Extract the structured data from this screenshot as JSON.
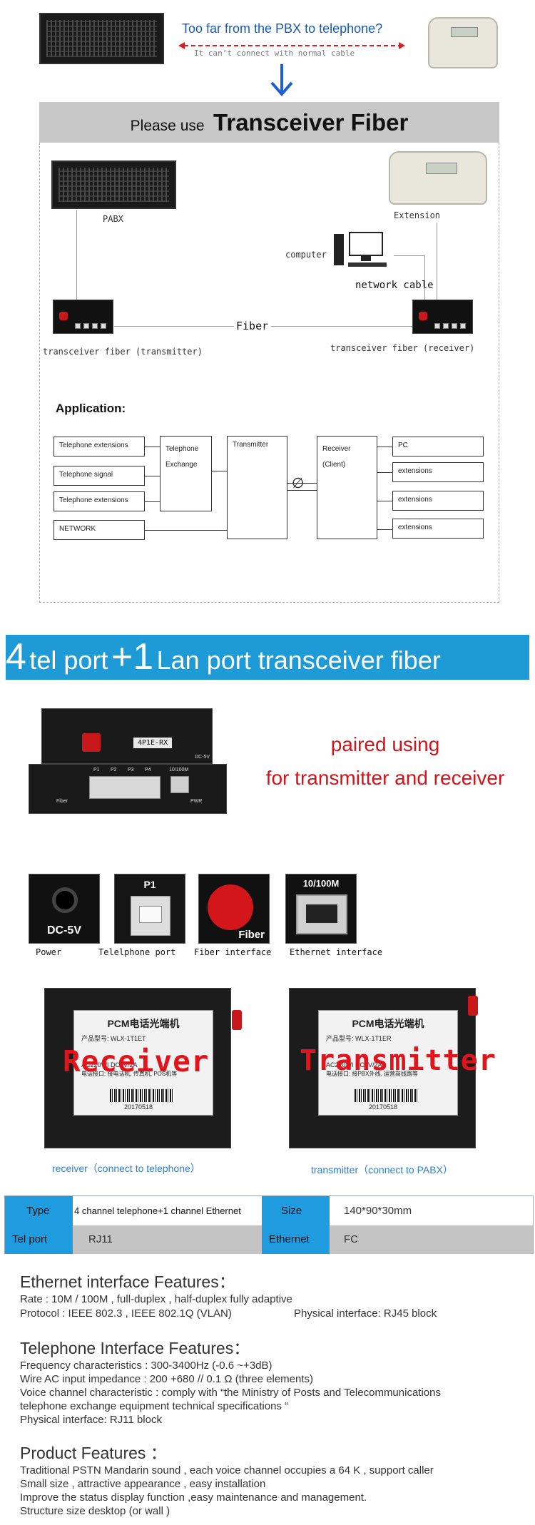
{
  "top": {
    "question": "Too far from the PBX to telephone?",
    "subnote": "It can’t connect with normal cable",
    "please_use": "Please use",
    "product_title": "Transceiver Fiber"
  },
  "diagram": {
    "pabx": "PABX",
    "extension": "Extension",
    "computer": "computer",
    "network_cable": "network cable",
    "fiber": "Fiber",
    "transmitter_label": "transceiver fiber (transmitter)",
    "receiver_label": "transceiver fiber (receiver)",
    "application_title": "Application:",
    "left_boxes": [
      "Telephone extensions",
      "Telephone signal",
      "Telephone extensions",
      "NETWORK"
    ],
    "exchange_line1": "Telephone",
    "exchange_line2": "Exchange",
    "transmitter_box": "Transmitter",
    "receiver_line1": "Receiver",
    "receiver_line2": "(Client)",
    "right_boxes": [
      "PC",
      "extensions",
      "extensions",
      "extensions"
    ],
    "fiber_symbol": "∅"
  },
  "banner": {
    "num1": "4",
    "part1": "tel port",
    "plus1": "+1",
    "part2": "Lan port transceiver fiber"
  },
  "product": {
    "model_tag": "4P1E-RX",
    "dc_tag": "DC-5V",
    "ports": [
      "P1",
      "P2",
      "P3",
      "P4"
    ],
    "fiber_tag": "Fiber",
    "lan_tag": "10/100M",
    "pwr_tag": "PWR",
    "paired_line1": "paired using",
    "paired_line2": "for transmitter and receiver"
  },
  "interfaces": [
    {
      "caption": "Power",
      "tag": "DC-5V"
    },
    {
      "caption": "Telelphone port",
      "tag": "P1"
    },
    {
      "caption": "Fiber interface",
      "tag": "Fiber"
    },
    {
      "caption": "Ethernet interface",
      "tag": "10/100M"
    }
  ],
  "units": [
    {
      "overlay": "Receiver",
      "brand": "PCM电话光端机",
      "model": "产品型号: WLX-1T1ET",
      "power": "AC220V/I DC5V/2A",
      "iface": "电话接口: 接电话机, 传真机, POS机等",
      "serial": "20170518",
      "caption": "receiver（connect to telephone）"
    },
    {
      "overlay": "Transmitter",
      "brand": "PCM电话光端机",
      "model": "产品型号: WLX-1T1ER",
      "power": "AC220V/I DC5V/2A",
      "iface": "电话接口: 接PBX外线, 运营商线路等",
      "serial": "20170518",
      "caption": "transmitter（connect to PABX）"
    }
  ],
  "specs": {
    "type_label": "Type",
    "type_value": "4 channel telephone+1 channel Ethernet",
    "size_label": "Size",
    "size_value": "140*90*30mm",
    "telport_label": "Tel port",
    "telport_value": "RJ11",
    "ethernet_label": "Ethernet",
    "ethernet_value": "FC"
  },
  "features": {
    "eth_title": "Ethernet interface Features：",
    "eth_lines": [
      "Rate : 10M / 100M , full-duplex , half-duplex fully adaptive",
      "Protocol : IEEE 802.3 , IEEE 802.1Q (VLAN)"
    ],
    "eth_physical": "Physical interface: RJ45 block",
    "tel_title": "Telephone Interface Features：",
    "tel_lines": [
      "Frequency characteristics : 300-3400Hz (-0.6 ~+3dB)",
      "Wire AC input impedance : 200 +680 // 0.1 Ω (three elements)",
      "Voice channel characteristic : comply with “the Ministry of Posts and Telecommunications",
      "telephone exchange equipment technical specifications “",
      "Physical interface: RJ11 block"
    ],
    "prod_title": "Product Features ：",
    "prod_lines": [
      "Traditional PSTN Mandarin sound , each voice channel occupies a 64 K , support caller",
      "Small size , attractive appearance , easy installation",
      "Improve the status display function ,easy maintenance and management.",
      "Structure size desktop (or wall )"
    ]
  },
  "colors": {
    "accent_blue": "#1e9ad6",
    "red_text": "#d0141a",
    "caption_blue": "#2f7fd1",
    "spec_blue": "#1f9be0",
    "spec_gray": "#c4c4c4"
  }
}
